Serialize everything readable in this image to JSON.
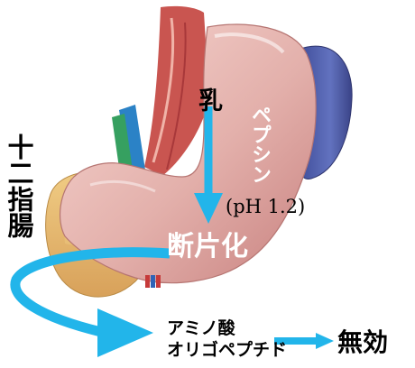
{
  "labels": {
    "milk": "乳",
    "pepsin": "ペプシン",
    "ph": "(pH 1.2)",
    "fragmentation": "断片化",
    "duodenum": "十二指腸",
    "amino_acid": "アミノ酸",
    "oligopeptide": "オリゴペプチド",
    "ineffective": "無効"
  },
  "colors": {
    "arrow": "#22b5ea",
    "stomach_skin": "#e7b9b4",
    "stomach_shadow": "#c98986",
    "spleen": "#4f5ea8",
    "esophagus": "#c94d4c",
    "duodenum_tissue": "#e4b86e"
  }
}
